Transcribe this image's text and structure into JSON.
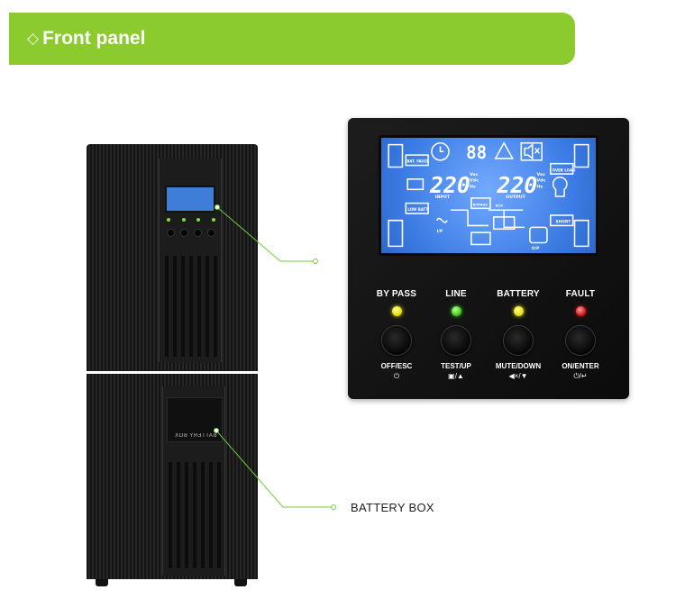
{
  "header": {
    "title": "Front panel",
    "icon": "diamond-outline-icon"
  },
  "colors": {
    "banner": "#8ccb2d",
    "callout_line": "#6fcf3a",
    "lcd": "#3b7fe6"
  },
  "lcd_readout": {
    "input_value": "220",
    "output_value": "220",
    "center_value": "88",
    "input_label": "INPUT",
    "output_label": "OUTPUT",
    "unit_vac": "Vac",
    "unit_vdc": "Vdc",
    "unit_hz": "Hz",
    "bat_fault": "BAT. FAULT",
    "low_batt": "LOW BATT.",
    "over_load": "OVER LOAD",
    "short": "SHORT",
    "bypass": "BYPASS",
    "ecd": "ECO",
    "io": "I/P",
    "op": "O/P"
  },
  "indicators": [
    {
      "label": "BY PASS",
      "color": "yellow"
    },
    {
      "label": "LINE",
      "color": "green"
    },
    {
      "label": "BATTERY",
      "color": "yellow"
    },
    {
      "label": "FAULT",
      "color": "red"
    }
  ],
  "buttons": [
    {
      "label": "OFF/ESC",
      "symbol": "⏻"
    },
    {
      "label": "TEST/UP",
      "symbol": "▣/▲"
    },
    {
      "label": "MUTE/DOWN",
      "symbol": "◀×/▼"
    },
    {
      "label": "ON/ENTER",
      "symbol": "⏻/↵"
    }
  ],
  "battery_box_label": "BATTERY BOX",
  "device_label_mirrored": "BATTERY BOX"
}
